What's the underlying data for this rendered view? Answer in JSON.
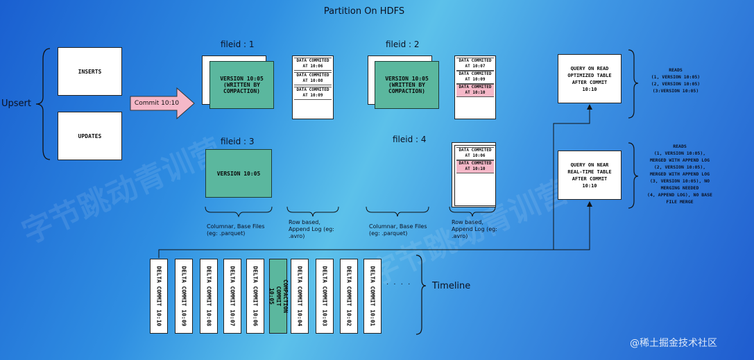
{
  "title": "Partition On HDFS",
  "upsert_label": "Upsert",
  "inserts_label": "INSERTS",
  "updates_label": "UPDATES",
  "commit_arrow_label": "Commit 10:10",
  "file_groups": [
    {
      "label": "fileid : 1",
      "base_file": "VERSION 10:05\n(WRITTEN BY\nCOMPACTION)",
      "log_entries": [
        {
          "text": "DATA COMMITED\nAT 10:06",
          "highlight": false
        },
        {
          "text": "DATA COMMITED\nAT 10:08",
          "highlight": false
        },
        {
          "text": "DATA COMMITED\nAT 10:09",
          "highlight": false
        }
      ]
    },
    {
      "label": "fileid : 2",
      "base_file": "VERSION 10:05\n(WRITTEN BY\nCOMPACTION)",
      "log_entries": [
        {
          "text": "DATA COMMITED\nAT 10:07",
          "highlight": false
        },
        {
          "text": "DATA COMMITED\nAT 10:09",
          "highlight": false
        },
        {
          "text": "DATA COMMITED\nAT 10:10",
          "highlight": true
        }
      ]
    },
    {
      "label": "fileid : 3",
      "base_file": "VERSION 10:05",
      "log_entries": []
    },
    {
      "label": "fileid : 4",
      "base_file": "",
      "log_entries": [
        {
          "text": "DATA COMMITED\nAT 10:06",
          "highlight": false
        },
        {
          "text": "DATA COMMITED\nAT 10:10",
          "highlight": true
        }
      ]
    }
  ],
  "columnar_note": "Columnar, Base Files\n(eg: .parquet)",
  "rowlog_note": "Row based,\nAppend Log (eg:\n.avro)",
  "query_read_optimized": "QUERY ON READ\nOPTIMIZED TABLE\nAFTER COMMIT\n10:10",
  "query_near_realtime": "QUERY ON NEAR\nREAL-TIME TABLE\nAFTER COMMIT\n10:10",
  "reads_read_optimized": "READS\n(1, VERSION 10:05)\n(2, VERSION 10:05)\n(3:VERSION 10:05)",
  "reads_near_realtime": "READS\n(1, VERSION 10:05),\nMERGED WITH APPEND LOG\n(2, VERSION 10:05),\nMERGED WITH APPEND LOG\n(3, VERSION 10:05), NO\nMERGING NEEDED\n(4, APPEND LOG), NO BASE\nFILE MERGE",
  "timeline_label": "Timeline",
  "timeline_ellipsis": ". . . .",
  "commits": [
    {
      "label": "DELTA COMMIT 10:10",
      "compaction": false
    },
    {
      "label": "DELTA COMMIT 10:09",
      "compaction": false
    },
    {
      "label": "DELTA COMMIT 10:08",
      "compaction": false
    },
    {
      "label": "DELTA COMMIT 10:07",
      "compaction": false
    },
    {
      "label": "DELTA COMMIT 10:06",
      "compaction": false
    },
    {
      "label": "COMPACTION COMMIT\n10:05",
      "compaction": true
    },
    {
      "label": "DELTA COMMIT 10:04",
      "compaction": false
    },
    {
      "label": "DELTA COMMIT 10:03",
      "compaction": false
    },
    {
      "label": "DELTA COMMIT 10:02",
      "compaction": false
    },
    {
      "label": "DELTA COMMIT 10:01",
      "compaction": false
    }
  ],
  "watermark_text": "@稀土掘金技术社区",
  "colors": {
    "green": "#5bb79e",
    "pink": "#f5b8c8",
    "arrow_pink": "#f5b8c8"
  }
}
